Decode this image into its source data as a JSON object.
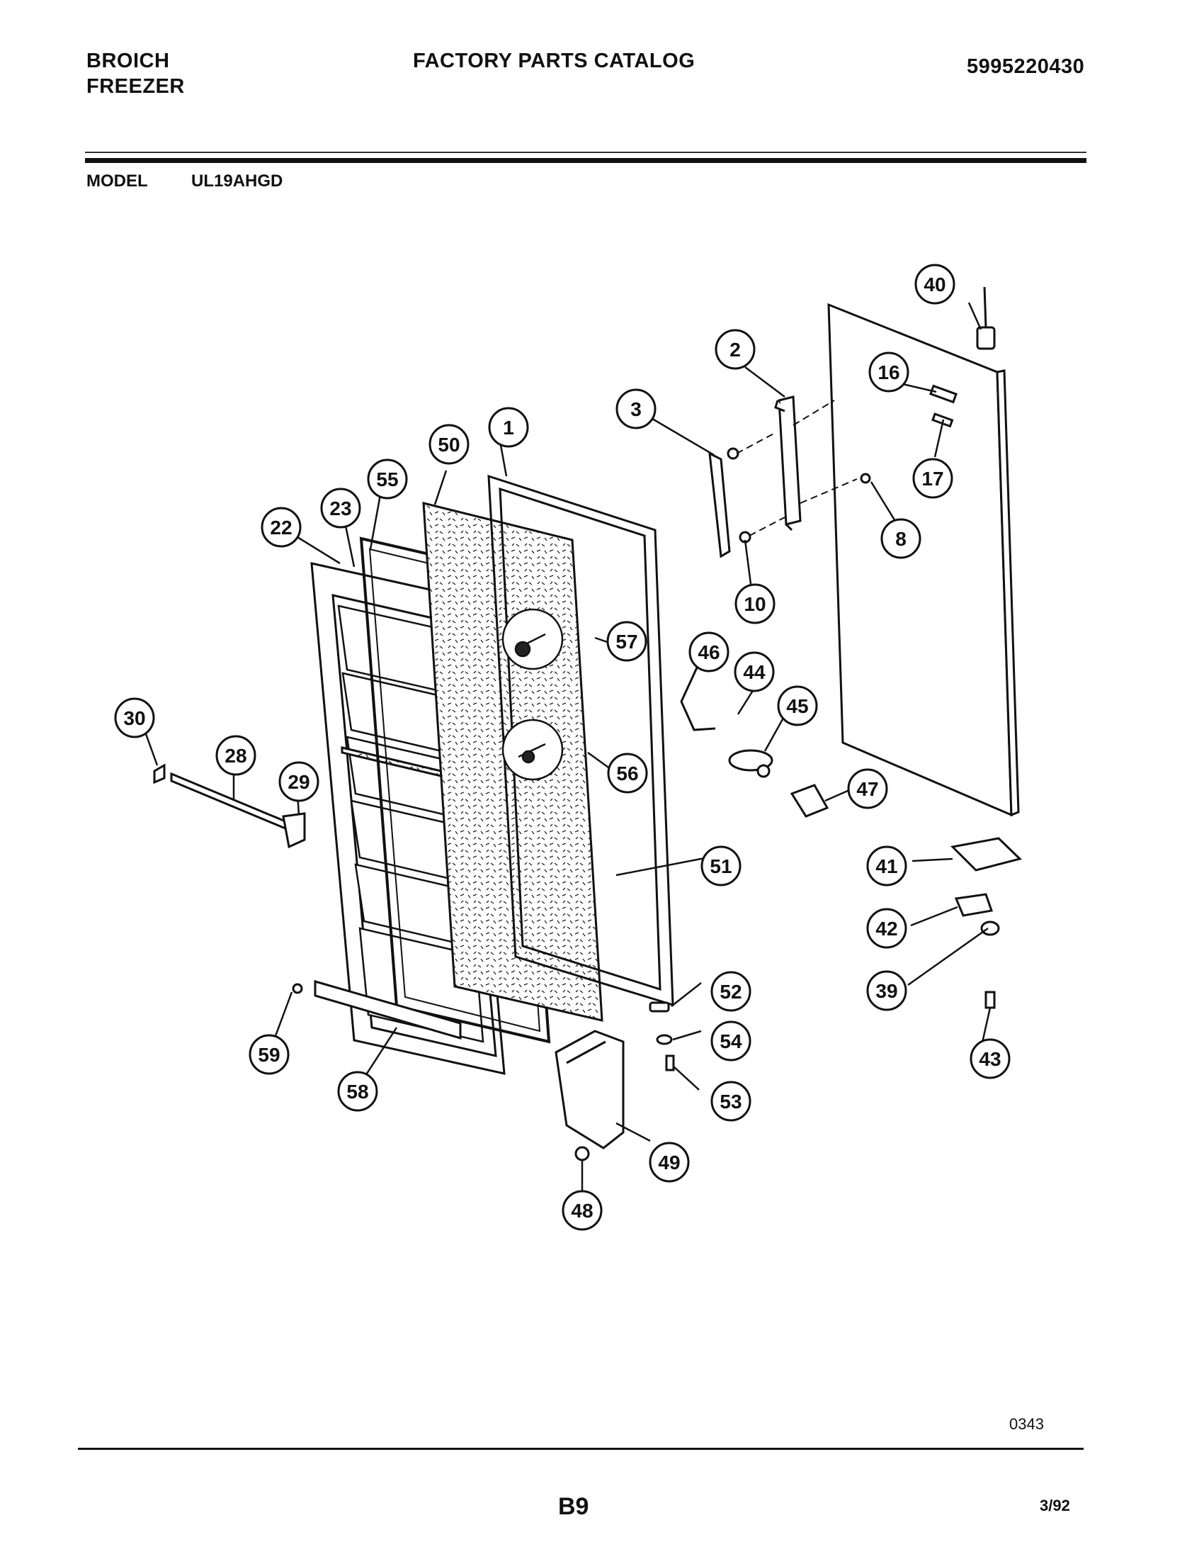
{
  "header": {
    "brand_line1": "BROICH",
    "brand_line2": "FREEZER",
    "catalog_title": "FACTORY PARTS CATALOG",
    "catalog_number": "5995220430"
  },
  "model": {
    "label": "MODEL",
    "value": "UL19AHGD"
  },
  "callouts": [
    "1",
    "2",
    "3",
    "8",
    "10",
    "16",
    "17",
    "22",
    "23",
    "28",
    "29",
    "30",
    "39",
    "40",
    "41",
    "42",
    "43",
    "44",
    "45",
    "46",
    "47",
    "48",
    "49",
    "50",
    "51",
    "52",
    "53",
    "54",
    "55",
    "56",
    "57",
    "58",
    "59"
  ],
  "footer": {
    "drawing_number": "0343",
    "page_code": "B9",
    "date": "3/92"
  }
}
